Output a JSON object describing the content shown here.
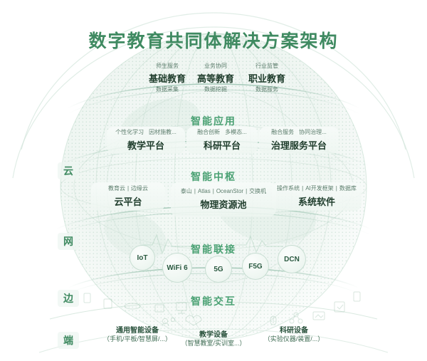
{
  "title": "数字教育共同体解决方案架构",
  "accent": "#3f8a61",
  "band_accent": "#4aa173",
  "axis": {
    "items": [
      {
        "label": "云"
      },
      {
        "label": "网"
      },
      {
        "label": "边"
      },
      {
        "label": "端"
      }
    ]
  },
  "bands": [
    {
      "label": "智能应用"
    },
    {
      "label": "智能中枢"
    },
    {
      "label": "智能联接"
    },
    {
      "label": "智能交互"
    }
  ],
  "education": [
    {
      "top": "师生服务",
      "main": "基础教育",
      "bottom": "数据采集"
    },
    {
      "top": "业务协同",
      "main": "高等教育",
      "bottom": "数据挖掘"
    },
    {
      "top": "行业监管",
      "main": "职业教育",
      "bottom": "数据服务"
    }
  ],
  "applications": [
    {
      "tags": [
        "个性化学习",
        "因材施教..."
      ],
      "name": "教学平台"
    },
    {
      "tags": [
        "融合创新",
        "多模态..."
      ],
      "name": "科研平台"
    },
    {
      "tags": [
        "融合服务",
        "协同治理..."
      ],
      "name": "治理服务平台"
    }
  ],
  "hub": [
    {
      "tags": [
        "教育云",
        "|",
        "边缘云"
      ],
      "name": "云平台"
    },
    {
      "tags": [
        "泰山",
        "|",
        "Atlas",
        "|",
        "OceanStor",
        "|",
        "交换机"
      ],
      "name": "物理资源池"
    },
    {
      "tags": [
        "操作系统",
        "|",
        "AI开发框架",
        "|",
        "数据库"
      ],
      "name": "系统软件"
    }
  ],
  "connectivity": [
    {
      "label": "IoT"
    },
    {
      "label": "WiFi 6"
    },
    {
      "label": "5G"
    },
    {
      "label": "F5G"
    },
    {
      "label": "DCN"
    }
  ],
  "devices": [
    {
      "name": "通用智能设备",
      "detail": "（手机/平板/智慧屏/...）"
    },
    {
      "name": "教学设备",
      "detail": "（智慧教室/实训室...）"
    },
    {
      "name": "科研设备",
      "detail": "（实验仪器/装置/...）"
    }
  ]
}
